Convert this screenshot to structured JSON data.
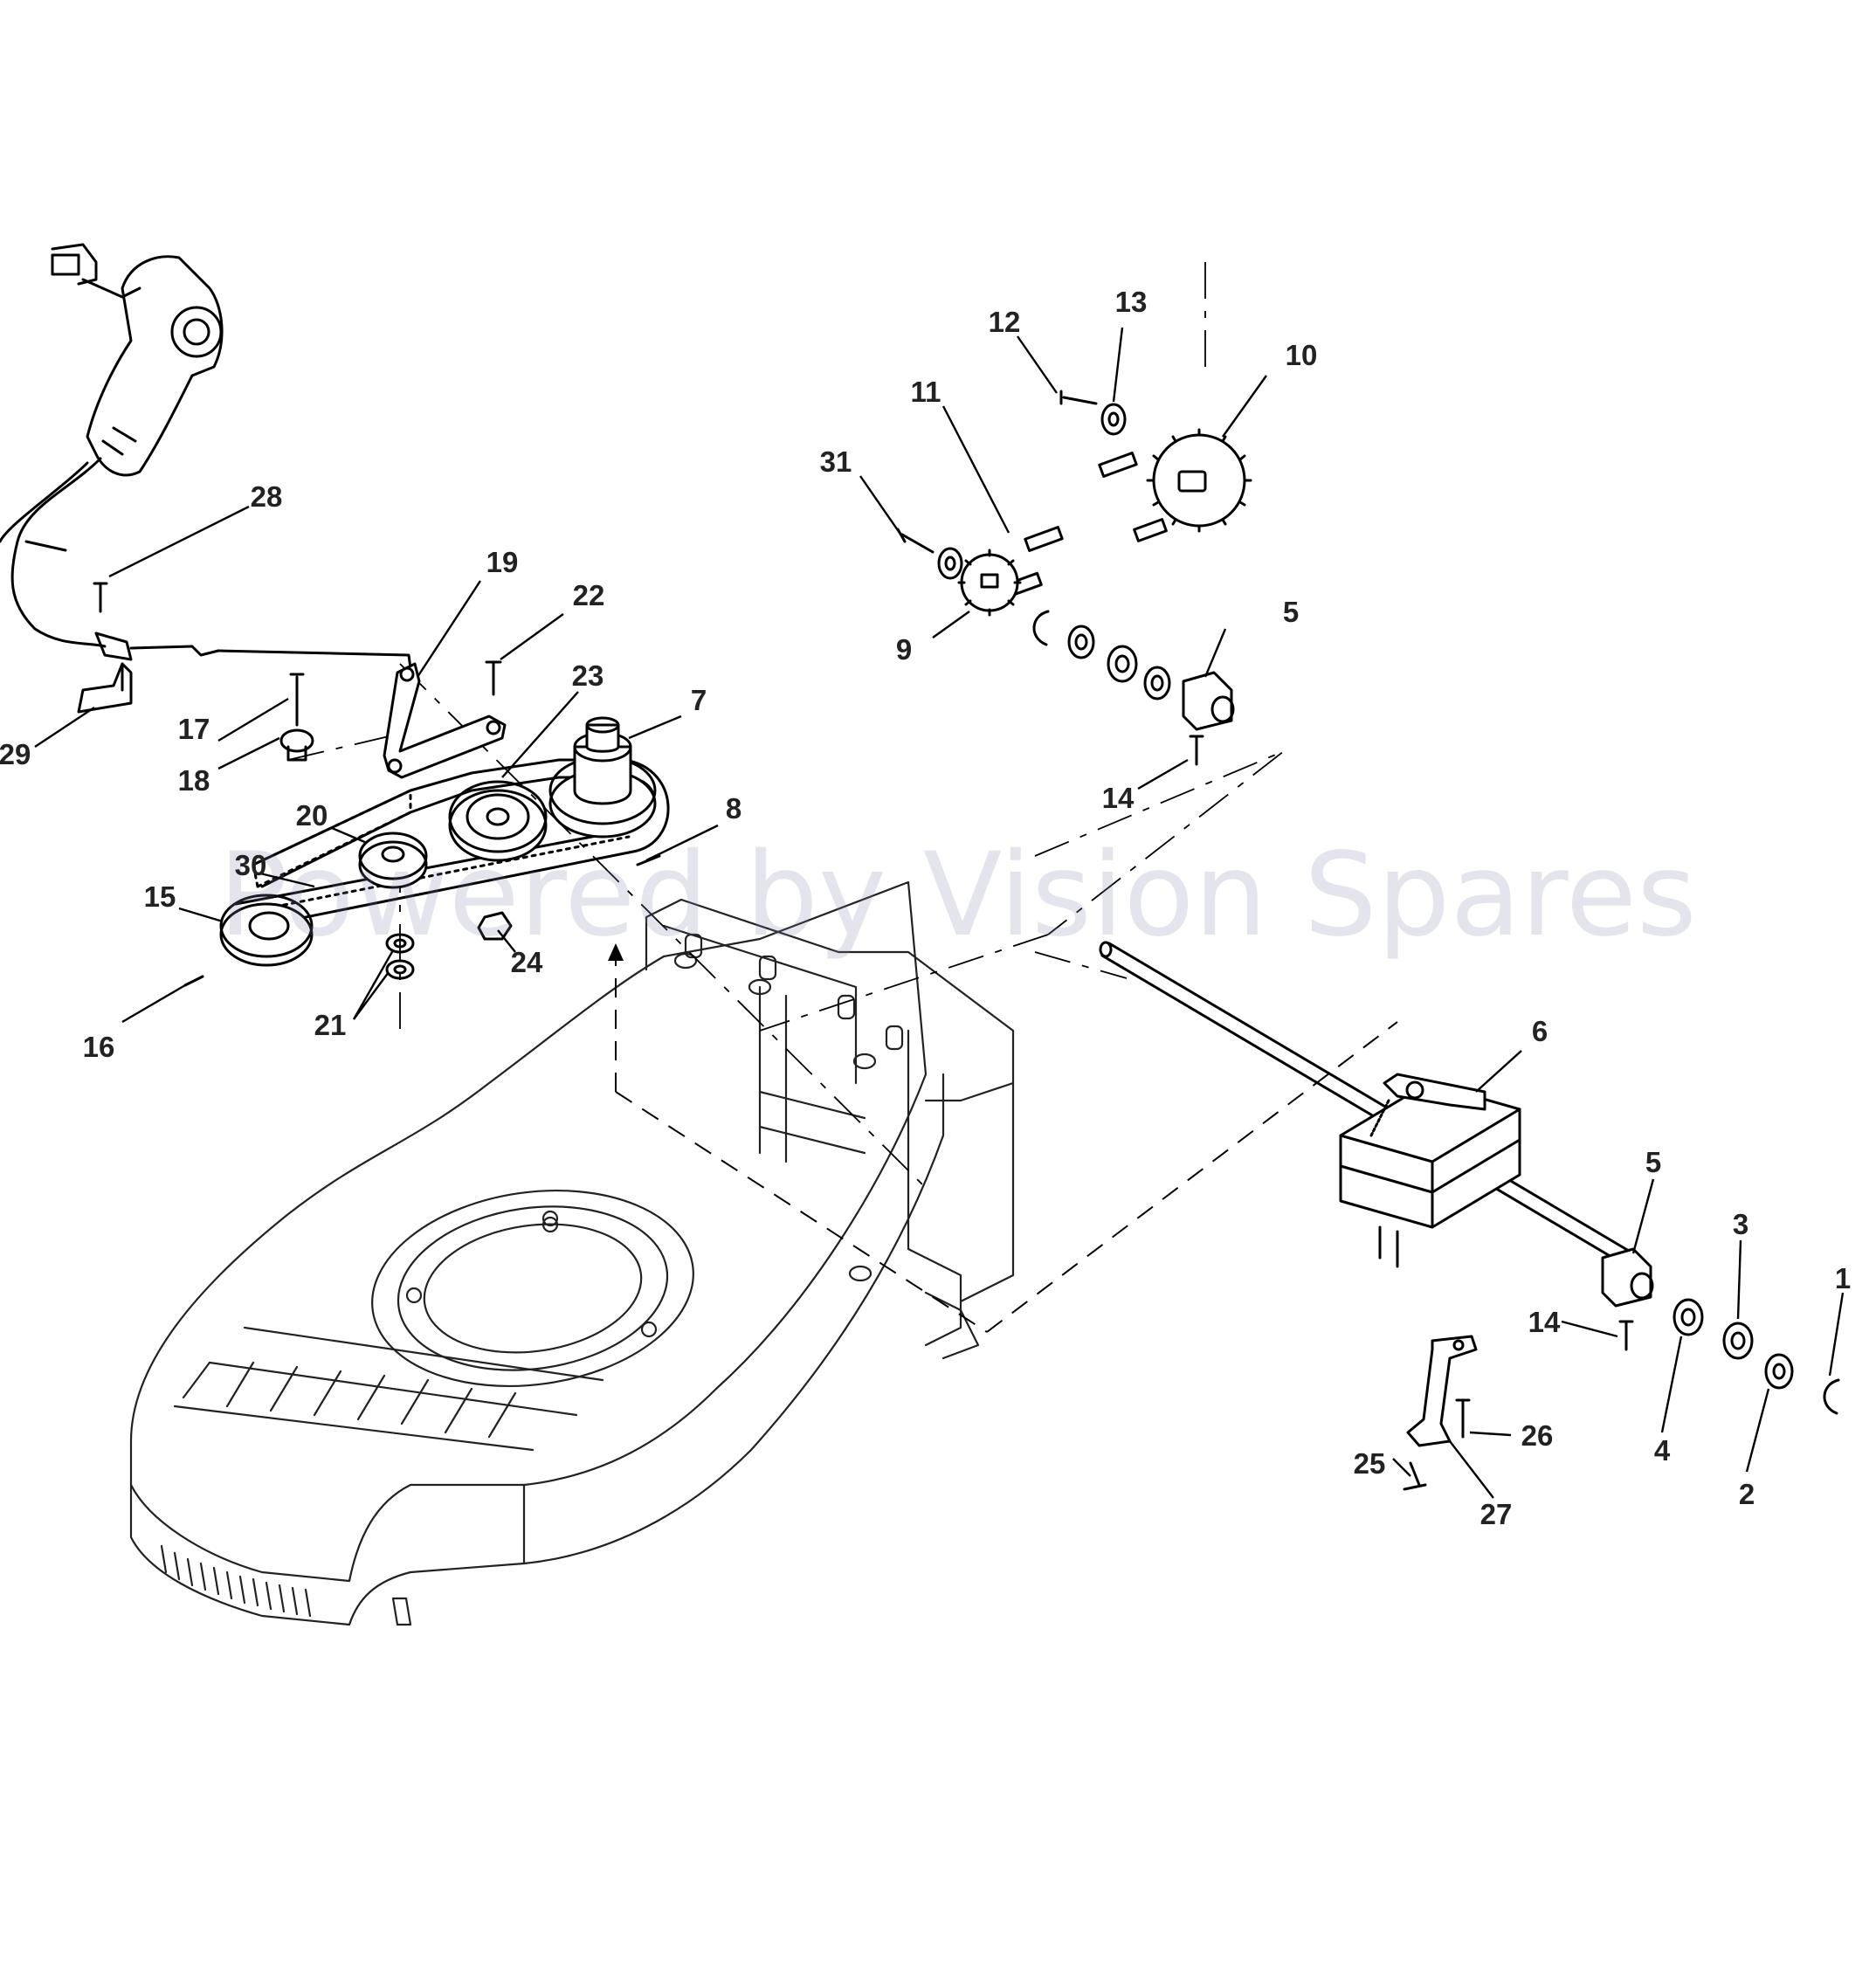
{
  "watermark": "Powered by Vision Spares",
  "callouts": [
    {
      "id": "c1",
      "text": "1"
    },
    {
      "id": "c2",
      "text": "2"
    },
    {
      "id": "c3",
      "text": "3"
    },
    {
      "id": "c4",
      "text": "4"
    },
    {
      "id": "c5a",
      "text": "5"
    },
    {
      "id": "c5b",
      "text": "5"
    },
    {
      "id": "c6",
      "text": "6"
    },
    {
      "id": "c7",
      "text": "7"
    },
    {
      "id": "c8",
      "text": "8"
    },
    {
      "id": "c9",
      "text": "9"
    },
    {
      "id": "c10",
      "text": "10"
    },
    {
      "id": "c11",
      "text": "11"
    },
    {
      "id": "c12",
      "text": "12"
    },
    {
      "id": "c13",
      "text": "13"
    },
    {
      "id": "c14a",
      "text": "14"
    },
    {
      "id": "c14b",
      "text": "14"
    },
    {
      "id": "c15",
      "text": "15"
    },
    {
      "id": "c16",
      "text": "16"
    },
    {
      "id": "c17",
      "text": "17"
    },
    {
      "id": "c18",
      "text": "18"
    },
    {
      "id": "c19",
      "text": "19"
    },
    {
      "id": "c20",
      "text": "20"
    },
    {
      "id": "c21",
      "text": "21"
    },
    {
      "id": "c22",
      "text": "22"
    },
    {
      "id": "c23",
      "text": "23"
    },
    {
      "id": "c24",
      "text": "24"
    },
    {
      "id": "c25",
      "text": "25"
    },
    {
      "id": "c26",
      "text": "26"
    },
    {
      "id": "c27",
      "text": "27"
    },
    {
      "id": "c28",
      "text": "28"
    },
    {
      "id": "c29",
      "text": "29"
    },
    {
      "id": "c30",
      "text": "30"
    },
    {
      "id": "c31",
      "text": "31"
    }
  ]
}
